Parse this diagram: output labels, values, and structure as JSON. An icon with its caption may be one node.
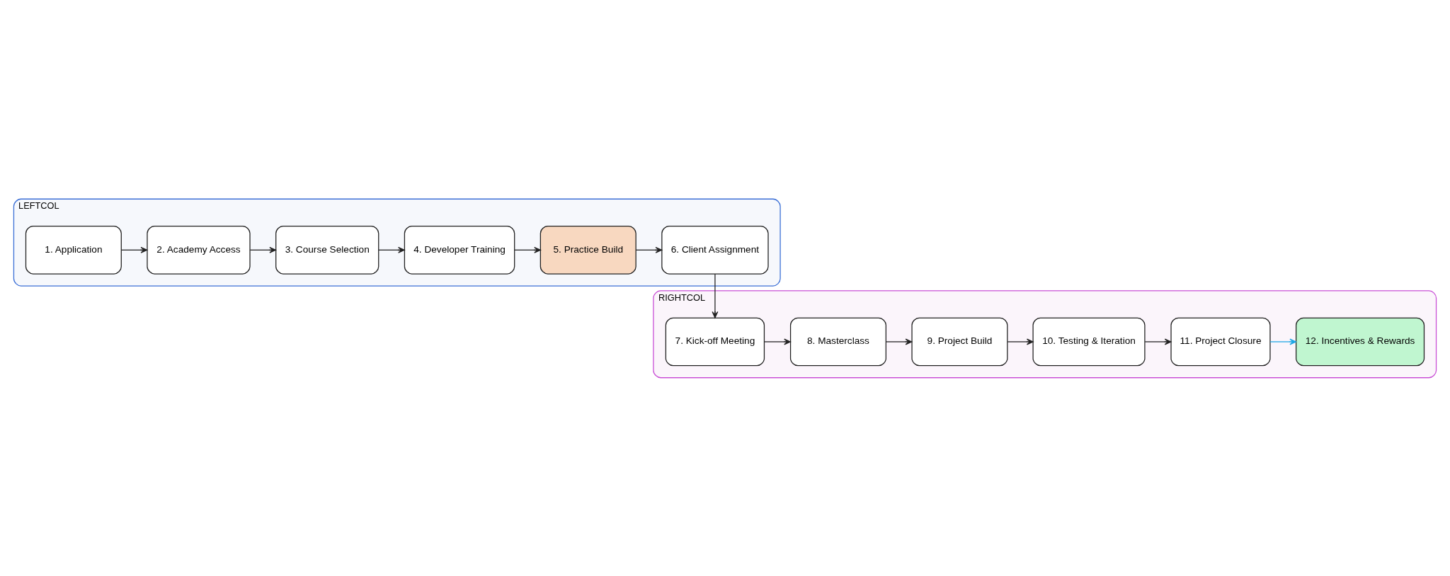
{
  "diagram": {
    "nodes": [
      {
        "text": [
          "LEFTCOL"
        ]
      },
      {
        "text": [
          "1. Application"
        ],
        "in": 0
      },
      {
        "text": [
          "2. Academy Access"
        ],
        "in": 0
      },
      {
        "text": [
          "3. Course Selection"
        ],
        "in": 0
      },
      {
        "text": [
          "4. Developer Training"
        ],
        "in": 0
      },
      {
        "text": [
          "5. Practice Build"
        ],
        "in": 0
      },
      {
        "text": [
          "6. Client Assignment"
        ],
        "in": 0
      },
      {
        "text": [
          "RIGHTCOL"
        ]
      },
      {
        "text": [
          "7. Kick-off Meeting"
        ],
        "in": 7
      },
      {
        "text": [
          "8. Masterclass"
        ],
        "in": 7
      },
      {
        "text": [
          "9. Project Build"
        ],
        "in": 7
      },
      {
        "text": [
          "10. Testing & Iteration"
        ],
        "in": 7
      },
      {
        "text": [
          "11. Project Closure"
        ],
        "in": 7
      },
      {
        "text": [
          "12. Incentives & Rewards"
        ],
        "in": 7
      }
    ],
    "edges": [
      {
        "from": 1,
        "to": 2,
        "arrow": "to"
      },
      {
        "from": 2,
        "to": 3,
        "arrow": "to"
      },
      {
        "from": 3,
        "to": 4,
        "arrow": "to"
      },
      {
        "from": 4,
        "to": 5,
        "arrow": "to"
      },
      {
        "from": 5,
        "to": 6,
        "arrow": "to"
      },
      {
        "from": 6,
        "to": 8,
        "arrow": "to"
      },
      {
        "from": 8,
        "to": 9,
        "arrow": "to"
      },
      {
        "from": 9,
        "to": 10,
        "arrow": "to"
      },
      {
        "from": 10,
        "to": 11,
        "arrow": "to"
      },
      {
        "from": 11,
        "to": 12,
        "arrow": "to"
      },
      {
        "from": 12,
        "to": 13,
        "arrow": "to",
        "color": "#1ea7e4"
      }
    ]
  }
}
